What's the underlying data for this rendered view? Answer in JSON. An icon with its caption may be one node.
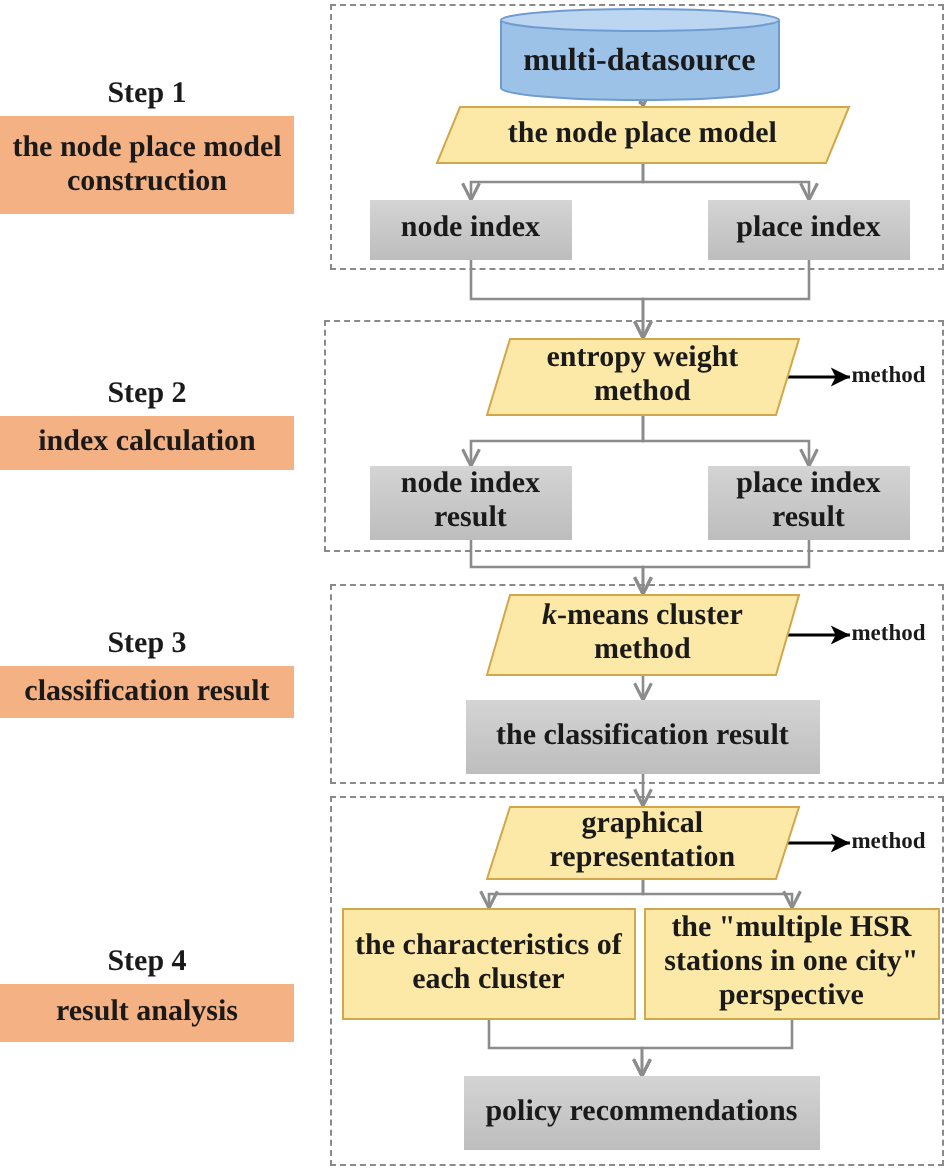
{
  "diagram": {
    "nodes": [
      {
        "text": [
          "Step 1",
          "the node place model construction"
        ]
      },
      {
        "text": [],
        "shape": "box"
      },
      {
        "text": [
          "multi-datasource"
        ],
        "in": 1
      },
      {
        "text": [
          "the node place model"
        ],
        "in": 1
      },
      {
        "text": [
          "node index"
        ],
        "in": 1
      },
      {
        "text": [
          "place index"
        ],
        "in": 1
      },
      {
        "text": [
          "Step 2",
          "index calculation"
        ]
      },
      {
        "text": [],
        "shape": "box"
      },
      {
        "text": [
          "entropy weight method"
        ],
        "in": 7
      },
      {
        "text": [
          "method"
        ],
        "in": 7
      },
      {
        "text": [
          "node index result"
        ],
        "in": 7
      },
      {
        "text": [
          "place index result"
        ],
        "in": 7
      },
      {
        "text": [
          "Step 3",
          "classification result"
        ]
      },
      {
        "text": [],
        "shape": "box"
      },
      {
        "text": [
          "*k*-means cluster method"
        ],
        "in": 13
      },
      {
        "text": [
          "method"
        ],
        "in": 13
      },
      {
        "text": [
          "the classification result"
        ],
        "in": 13
      },
      {
        "text": [
          "Step 4",
          "result analysis"
        ]
      },
      {
        "text": [],
        "shape": "box"
      },
      {
        "text": [
          "graphical representation"
        ],
        "in": 18
      },
      {
        "text": [
          "method"
        ],
        "in": 18
      },
      {
        "text": [
          "the characteristics of each cluster"
        ],
        "in": 18
      },
      {
        "text": [
          "the \"multiple HSR stations in one city\" perspective"
        ],
        "in": 18
      },
      {
        "text": [
          "policy recommendations"
        ],
        "in": 18
      }
    ],
    "edges": [
      {
        "from": 2,
        "to": 3,
        "arrow": "to"
      },
      {
        "from": 3,
        "to": 4,
        "arrow": "to"
      },
      {
        "from": 3,
        "to": 5,
        "arrow": "to"
      },
      {
        "from": 4,
        "to": 8,
        "arrow": "to"
      },
      {
        "from": 5,
        "to": 8,
        "arrow": "to"
      },
      {
        "from": 8,
        "to": 9,
        "arrow": "to",
        "color": "#000000"
      },
      {
        "from": 8,
        "to": 10,
        "arrow": "to"
      },
      {
        "from": 8,
        "to": 11,
        "arrow": "to"
      },
      {
        "from": 10,
        "to": 14,
        "arrow": "to"
      },
      {
        "from": 11,
        "to": 14,
        "arrow": "to"
      },
      {
        "from": 14,
        "to": 15,
        "arrow": "to",
        "color": "#000000"
      },
      {
        "from": 14,
        "to": 16,
        "arrow": "to"
      },
      {
        "from": 16,
        "to": 19,
        "arrow": "to"
      },
      {
        "from": 19,
        "to": 20,
        "arrow": "to",
        "color": "#000000"
      },
      {
        "from": 19,
        "to": 21,
        "arrow": "to"
      },
      {
        "from": 19,
        "to": 22,
        "arrow": "to"
      },
      {
        "from": 21,
        "to": 23,
        "arrow": "to"
      },
      {
        "from": 22,
        "to": 23,
        "arrow": "to"
      }
    ]
  }
}
